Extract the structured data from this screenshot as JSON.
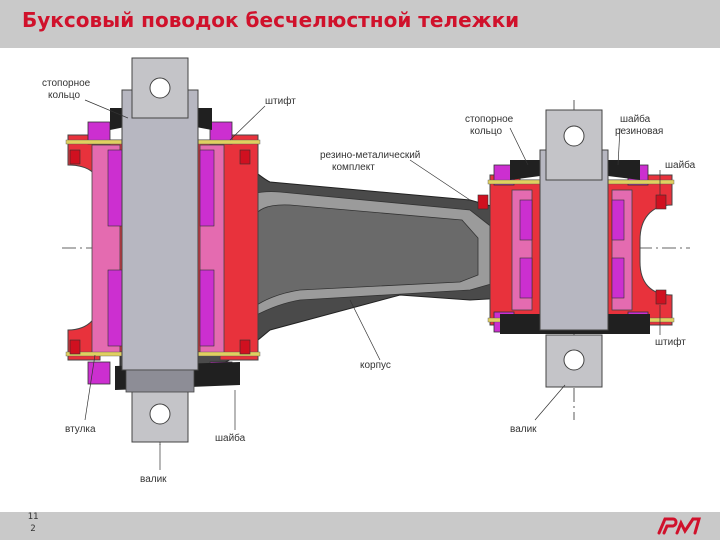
{
  "slide": {
    "title": "Буксовый поводок бесчелюстной тележки",
    "page_number_line1": "11",
    "page_number_line2": "2"
  },
  "labels": {
    "stop_ring_left_1": "стопорное",
    "stop_ring_left_2": "кольцо",
    "pin_top": "штифт",
    "rubber_metal_1": "резино-металический",
    "rubber_metal_2": "комплект",
    "stop_ring_right_1": "стопорное",
    "stop_ring_right_2": "кольцо",
    "rubber_washer_1": "шайба",
    "rubber_washer_2": "резиновая",
    "washer_right": "шайба",
    "pin_right": "штифт",
    "body": "корпус",
    "bushing": "втулка",
    "washer_bottom": "шайба",
    "shaft_bottom_left": "валик",
    "shaft_bottom_right": "валик"
  },
  "colors": {
    "title": "#d0112b",
    "header_bar": "#c9c9c9",
    "flange_red": "#e8323c",
    "pink": "#e46bb0",
    "magenta": "#cc2fd0",
    "silver": "#b7b7c1",
    "body_dark": "#4a4a4a",
    "body_light": "#9b9b9b",
    "rubber": "#202020",
    "logo": "#d0112b"
  },
  "icons": {
    "logo": "rzd-logo"
  }
}
